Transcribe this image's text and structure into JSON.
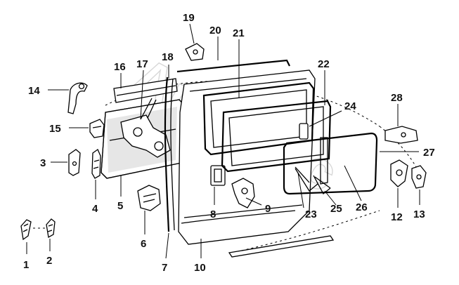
{
  "diagram": {
    "watermark_text": "Autodoc",
    "callouts": [
      {
        "id": "1",
        "label": "1"
      },
      {
        "id": "2",
        "label": "2"
      },
      {
        "id": "3",
        "label": "3"
      },
      {
        "id": "4",
        "label": "4"
      },
      {
        "id": "5",
        "label": "5"
      },
      {
        "id": "6",
        "label": "6"
      },
      {
        "id": "7",
        "label": "7"
      },
      {
        "id": "8",
        "label": "8"
      },
      {
        "id": "9",
        "label": "9"
      },
      {
        "id": "10",
        "label": "10"
      },
      {
        "id": "12",
        "label": "12"
      },
      {
        "id": "13",
        "label": "13"
      },
      {
        "id": "14",
        "label": "14"
      },
      {
        "id": "15",
        "label": "15"
      },
      {
        "id": "16",
        "label": "16"
      },
      {
        "id": "17",
        "label": "17"
      },
      {
        "id": "18",
        "label": "18"
      },
      {
        "id": "19",
        "label": "19"
      },
      {
        "id": "20",
        "label": "20"
      },
      {
        "id": "21",
        "label": "21"
      },
      {
        "id": "22",
        "label": "22"
      },
      {
        "id": "23",
        "label": "23"
      },
      {
        "id": "24",
        "label": "24"
      },
      {
        "id": "25",
        "label": "25"
      },
      {
        "id": "26",
        "label": "26"
      },
      {
        "id": "27",
        "label": "27"
      },
      {
        "id": "28",
        "label": "28"
      }
    ]
  }
}
